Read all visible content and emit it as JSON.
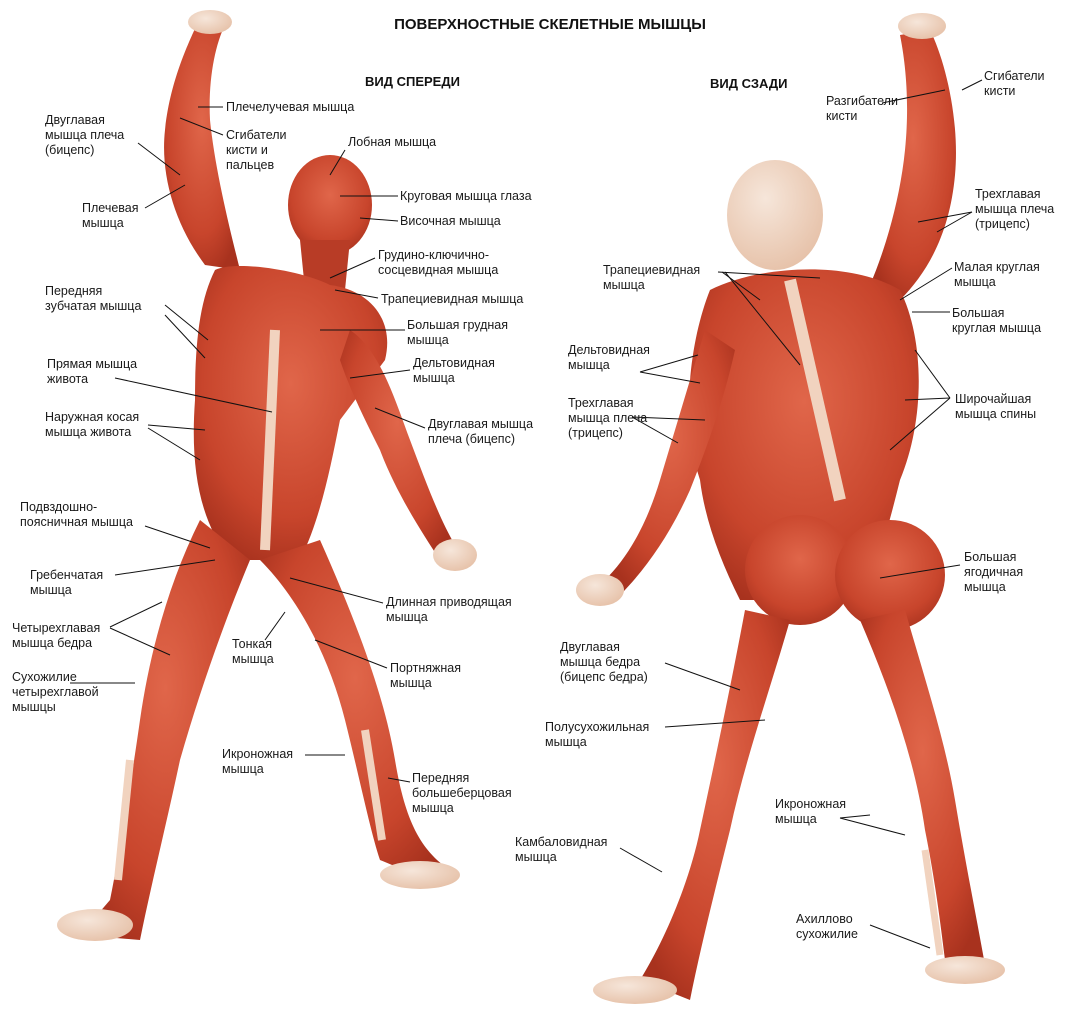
{
  "title": "ПОВЕРХНОСТНЫЕ СКЕЛЕТНЫЕ МЫШЦЫ",
  "views": {
    "front": "ВИД СПЕРЕДИ",
    "back": "ВИД СЗАДИ"
  },
  "labels": {
    "brachioradialis": "Плечелучевая мышца",
    "biceps_upper": "Двуглавая\nмышца плеча\n(бицепс)",
    "flexors_wrist_fingers": "Сгибатели\nкисти и\nпальцев",
    "frontalis": "Лобная мышца",
    "orbicularis_oculi": "Круговая мышца глаза",
    "temporalis": "Височная мышца",
    "brachialis": "Плечевая\nмышца",
    "sternocleidomastoid": "Грудино-ключично-\nсосцевидная мышца",
    "trapezius_front": "Трапециевидная мышца",
    "serratus": "Передняя\nзубчатая мышца",
    "pectoralis": "Большая грудная\nмышца",
    "deltoid_front": "Дельтовидная\nмышца",
    "rectus_abdominis": "Прямая мышца\nживота",
    "biceps_lower": "Двуглавая мышца\nплеча (бицепс)",
    "external_oblique": "Наружная косая\nмышца живота",
    "iliopsoas": "Подвздошно-\nпоясничная мышца",
    "pectineus": "Гребенчатая\nмышца",
    "adductor_longus": "Длинная приводящая\nмышца",
    "quadriceps": "Четырехглавая\nмышца бедра",
    "gracilis": "Тонкая\nмышца",
    "sartorius": "Портняжная\nмышца",
    "quad_tendon": "Сухожилие\nчетырехглавой\nмышцы",
    "gastrocnemius_front": "Икроножная\nмышца",
    "tibialis_anterior": "Передняя\nбольшеберцовая\nмышца",
    "extensors_wrist": "Разгибатели\nкисти",
    "flexors_wrist": "Сгибатели\nкисти",
    "triceps_upper": "Трехглавая\nмышца плеча\n(трицепс)",
    "trapezius_back": "Трапециевидная\nмышца",
    "teres_minor": "Малая круглая\nмышца",
    "teres_major": "Большая\nкруглая мышца",
    "deltoid_back": "Дельтовидная\nмышца",
    "latissimus": "Широчайшая\nмышца спины",
    "triceps_lower": "Трехглавая\nмышца плеча\n(трицепс)",
    "gluteus_maximus": "Большая\nягодичная\nмышца",
    "biceps_femoris": "Двуглавая\nмышца бедра\n(бицепс бедра)",
    "semitendinosus": "Полусухожильная\nмышца",
    "gastrocnemius_back": "Икроножная\nмышца",
    "soleus": "Камбаловидная\nмышца",
    "achilles": "Ахиллово\nсухожилие"
  },
  "colors": {
    "muscle": "#c8452c",
    "muscle_dark": "#a8321e",
    "tendon": "#f2d7c4",
    "line": "#111111"
  }
}
